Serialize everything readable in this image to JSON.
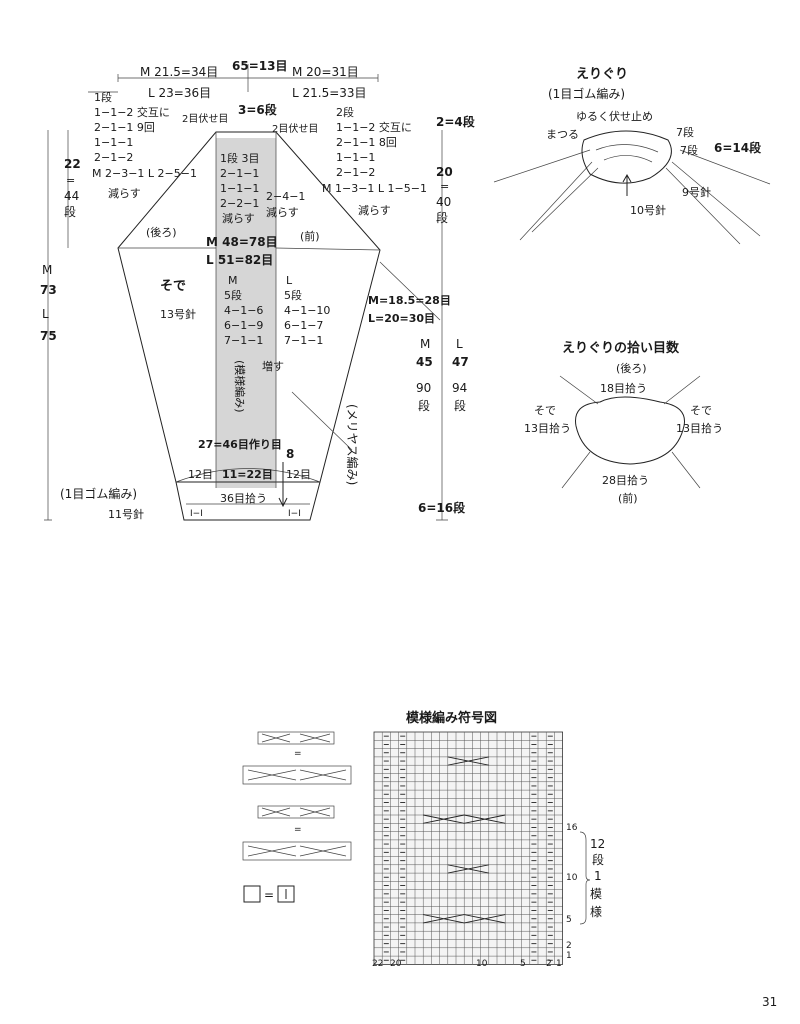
{
  "sleeve": {
    "top_m": "M 21.5=34目",
    "top_c": "65=13目",
    "top_m2": "M 20=31目",
    "top_l": "L 23=36目",
    "top_l2": "L 21.5=33目",
    "top_left_dec_1": "1段",
    "top_left_dec_2": "1−1−2 交互に",
    "top_left_dec_3": "2−1−1 9回",
    "top_left_dec_4": "1−1−1",
    "top_left_dec_5": "2−1−2",
    "left_m_dec": "M 2−3−1 L 2−5−1",
    "left_dec_note": "減らす",
    "top_right_dec_1": "2段",
    "top_right_dec_2": "1−1−2 交互に",
    "top_right_dec_3": "2−1−1 8回",
    "top_right_dec_4": "1−1−1",
    "top_right_dec_5": "2−1−2",
    "right_m_dec": "M 1−3−1 L 1−5−1",
    "right_dec_note": "減らす",
    "bind_left": "2目伏せ目",
    "bind_center": "3=6段",
    "bind_right": "2目伏せ目",
    "center_dec_1": "1段 3目",
    "center_dec_2": "2−1−1",
    "center_dec_3": "1−1−1",
    "center_dec_4": "2−2−1",
    "center_dec_5": "減らす",
    "center_right_1": "2−4−1",
    "center_right_2": "減らす",
    "back_label": "(後ろ)",
    "front_label": "(前)",
    "mid_m": "M 48=78目",
    "mid_l": "L 51=82目",
    "sleeve_title": "そで",
    "needle_13": "13号針",
    "inc_m_h": "M",
    "inc_m_1": "5段",
    "inc_m_2": "4−1−6",
    "inc_m_3": "6−1−9",
    "inc_m_4": "7−1−1",
    "inc_l_h": "L",
    "inc_l_1": "5段",
    "inc_l_2": "4−1−10",
    "inc_l_3": "6−1−7",
    "inc_l_4": "7−1−1",
    "inc_label": "増す",
    "pattern_vert": "(模様編み)",
    "right_m": "M=18.5=28目",
    "right_l": "L=20=30目",
    "stock_vert": "(メリヤス編み)",
    "cast_on": "27=46目作り目",
    "side_8": "8",
    "cuff_12a": "12目",
    "cuff_mid": "11=22目",
    "cuff_12b": "12目",
    "cuff_pick": "36目拾う",
    "rib_label": "(1目ゴム編み)",
    "needle_11": "11号針",
    "rib_mark_a": "I−I",
    "rib_mark_b": "I−I",
    "left_22": "22",
    "left_eq": "=",
    "left_44": "44",
    "left_dan": "段",
    "left_M": "M",
    "left_73": "73",
    "left_L": "L",
    "left_75": "75",
    "r_top_2": "2=4段",
    "r_20": "20",
    "r_eq": "=",
    "r_40": "40",
    "r_dan": "段",
    "r_M": "M",
    "r_45": "45",
    "r_90": "90",
    "r_dan2": "段",
    "r_L": "L",
    "r_47": "47",
    "r_94": "94",
    "r_dan3": "段",
    "r_bottom": "6=16段"
  },
  "collar": {
    "title": "えりぐり",
    "subtitle": "(1目ゴム編み)",
    "bind_off": "ゆるく伏せ止め",
    "sew": "まつる",
    "rows_7a": "7段",
    "rows_7b": "7段",
    "rows_14": "6=14段",
    "needle_9": "9号針",
    "needle_10": "10号針"
  },
  "pickup": {
    "title": "えりぐりの拾い目数",
    "back_label": "(後ろ)",
    "back_pick": "18目拾う",
    "left_sleeve": "そで",
    "left_pick": "13目拾う",
    "right_sleeve": "そで",
    "right_pick": "13目拾う",
    "front_pick": "28目拾う",
    "front_label": "(前)"
  },
  "chart": {
    "title": "模様編み符号図",
    "equals": "=",
    "row_16": "16",
    "row_10": "10",
    "row_5": "5",
    "row_2": "2",
    "row_1": "1",
    "col_22": "22",
    "col_20": "20",
    "col_10": "10",
    "col_5": "5",
    "col_2": "2",
    "col_1": "1",
    "repeat_1": "12",
    "repeat_2": "段",
    "repeat_3": "1",
    "repeat_4": "模",
    "repeat_5": "様"
  },
  "page_number": "31"
}
